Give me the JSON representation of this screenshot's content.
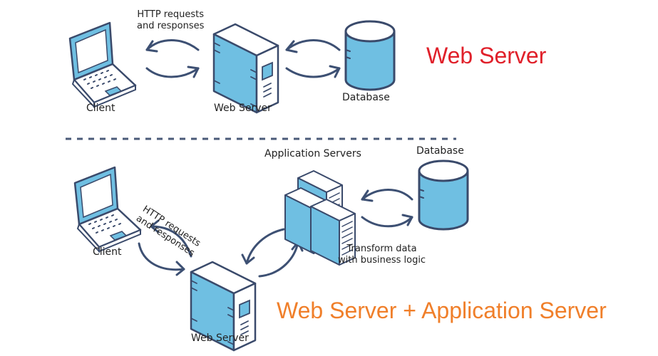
{
  "colors": {
    "outline": "#3a4a6b",
    "fill": "#6fbfe2",
    "arrow": "#3d5073",
    "title_top": "#e0202a",
    "title_bottom": "#f07f2a"
  },
  "top": {
    "title": "Web Server",
    "http_label_line1": "HTTP requests",
    "http_label_line2": "and responses",
    "client_label": "Client",
    "web_server_label": "Web Server",
    "database_label": "Database"
  },
  "bottom": {
    "title": "Web Server + Application Server",
    "http_label_line1": "HTTP requests",
    "http_label_line2": "and responses",
    "client_label": "Client",
    "web_server_label": "Web Server",
    "app_servers_label": "Application Servers",
    "database_label": "Database",
    "transform_line1": "Transform data",
    "transform_line2": "with business logic"
  }
}
